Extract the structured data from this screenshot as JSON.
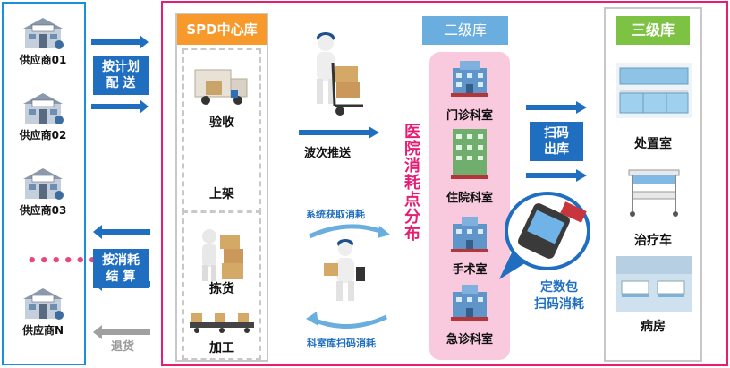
{
  "suppliers": [
    "供应商01",
    "供应商02",
    "供应商03",
    "••••••",
    "供应商N"
  ],
  "flows": {
    "plan_delivery": "按计划配送",
    "plan_delivery_lines": [
      "按计划",
      "配 送"
    ],
    "consume_settle_lines": [
      "按消耗",
      "结 算"
    ],
    "return_goods": "退货"
  },
  "spd": {
    "title": "SPD中心库",
    "steps": [
      "验收",
      "上架",
      "拣货",
      "加工"
    ]
  },
  "middle": {
    "batch_push": "波次推送",
    "system_fetch": "系统获取消耗",
    "dept_scan": "科室库扫码消耗"
  },
  "level2": {
    "title": "二级库",
    "depts": [
      "门诊科室",
      "住院科室",
      "手术室",
      "急诊科室"
    ]
  },
  "hospital_consume": "医院消耗点分布",
  "scan_out_lines": [
    "扫码",
    "出库"
  ],
  "fixed_pack_lines": [
    "定数包",
    "扫码消耗"
  ],
  "level3": {
    "title": "三级库",
    "rooms": [
      "处置室",
      "治疗车",
      "病房"
    ]
  },
  "colors": {
    "supplier_border": "#1b8fd6",
    "main_border": "#e51e73",
    "spd_title": "#f79a2b",
    "level2_title": "#6aaee0",
    "level3_title": "#7dc242",
    "flow_box": "#1f6ec0",
    "dept_column": "#f9c9de",
    "return_arrow": "#a0a0a0"
  }
}
